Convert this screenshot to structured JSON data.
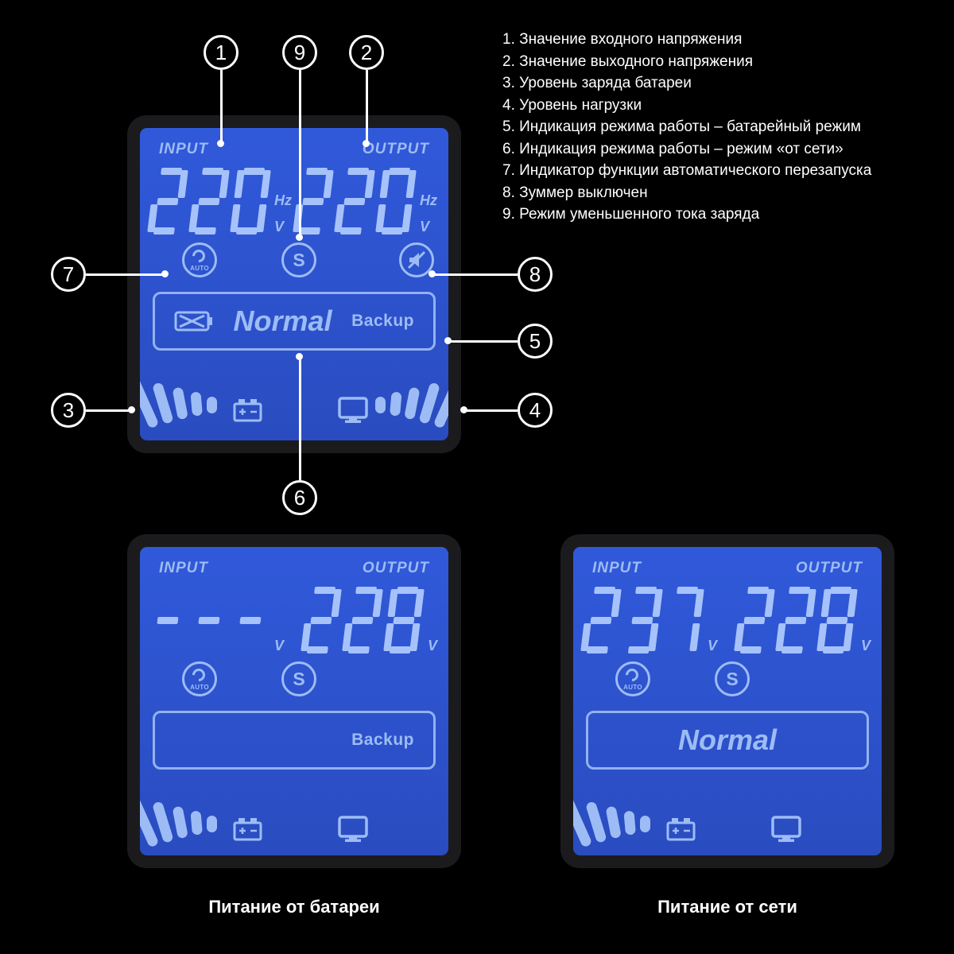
{
  "colors": {
    "background": "#000000",
    "lcd_screen": "#2b51c8",
    "lcd_foreground": "#9dbcf5",
    "callout": "#ffffff"
  },
  "legend": {
    "items": [
      "1. Значение входного напряжения",
      "2. Значение выходного напряжения",
      "3. Уровень заряда батареи",
      "4. Уровень нагрузки",
      "5. Индикация режима работы – батарейный режим",
      "6. Индикация режима работы – режим «от сети»",
      "7. Индикатор функции автоматического перезапуска",
      "8. Зуммер выключен",
      "9. Режим уменьшенного тока заряда"
    ]
  },
  "callouts": {
    "c1": "1",
    "c2": "2",
    "c3": "3",
    "c4": "4",
    "c5": "5",
    "c6": "6",
    "c7": "7",
    "c8": "8",
    "c9": "9"
  },
  "panels": {
    "main": {
      "input_label": "INPUT",
      "output_label": "OUTPUT",
      "input_value": "220",
      "input_unit_top": "Hz",
      "input_unit_bottom": "V",
      "output_value": "220",
      "output_unit_top": "Hz",
      "output_unit_bottom": "V",
      "auto_label": "AUTO",
      "s_label": "S",
      "normal_label": "Normal",
      "backup_label": "Backup"
    },
    "battery": {
      "caption": "Питание от батареи",
      "input_label": "INPUT",
      "output_label": "OUTPUT",
      "input_value": "---",
      "input_unit_bottom": "V",
      "output_value": "228",
      "output_unit_bottom": "V",
      "auto_label": "AUTO",
      "s_label": "S",
      "backup_label": "Backup"
    },
    "mains": {
      "caption": "Питание от сети",
      "input_label": "INPUT",
      "output_label": "OUTPUT",
      "input_value": "237",
      "input_unit_bottom": "V",
      "output_value": "228",
      "output_unit_bottom": "V",
      "auto_label": "AUTO",
      "s_label": "S",
      "normal_label": "Normal"
    }
  }
}
